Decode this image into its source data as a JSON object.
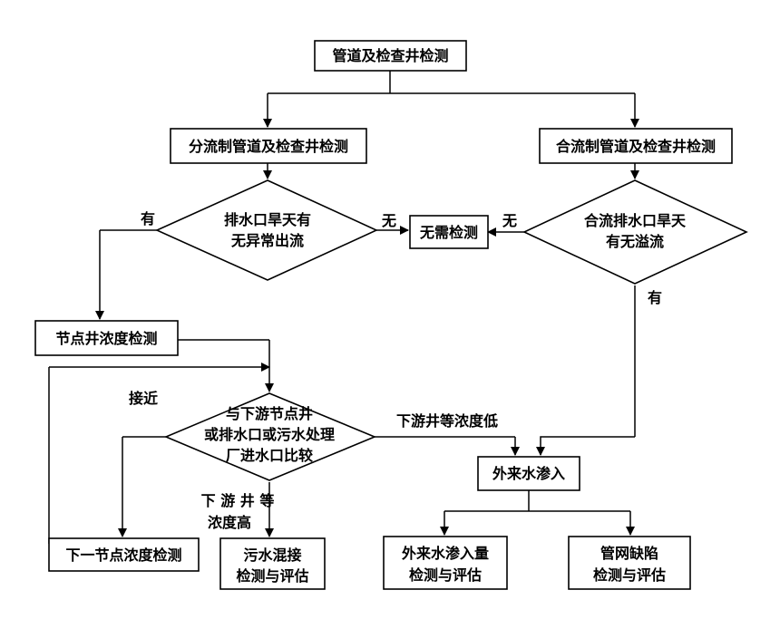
{
  "nodes": {
    "root": "管道及检查井检测",
    "separate": "分流制管道及检查井检测",
    "combined": "合流制管道及检查井检测",
    "decision_outlet": [
      "排水口旱天有",
      "无异常出流"
    ],
    "no_need": "无需检测",
    "decision_overflow": [
      "合流排水口旱天",
      "有无溢流"
    ],
    "node_well": "节点井浓度检测",
    "decision_compare": [
      "与下游节点井",
      "或排水口或污水处理",
      "厂进水口比较"
    ],
    "next_node": "下一节点浓度检测",
    "mixing": [
      "污水混接",
      "检测与评估"
    ],
    "infiltration": "外来水渗入",
    "infiltration_amount": [
      "外来水渗入量",
      "检测与评估"
    ],
    "defect": [
      "管网缺陷",
      "检测与评估"
    ]
  },
  "edge_labels": {
    "yes_left": "有",
    "no_left": "无",
    "no_right": "无",
    "yes_right": "有",
    "close": "接近",
    "downstream_low": "下游井等浓度低",
    "downstream_high": [
      "下 游 井 等",
      "浓度高"
    ]
  }
}
